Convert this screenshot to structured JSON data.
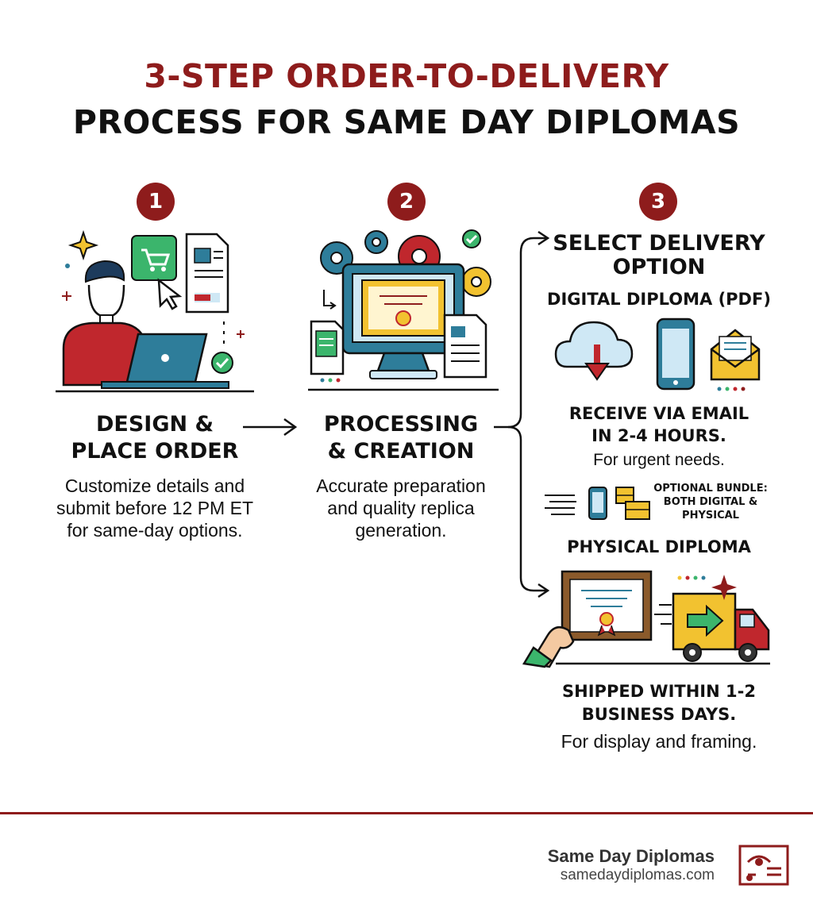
{
  "title": {
    "line1": "3-STEP ORDER-TO-DELIVERY",
    "line2": "PROCESS FOR SAME DAY DIPLOMAS"
  },
  "colors": {
    "accent": "#8e1c1c",
    "teal": "#2e7d9a",
    "green": "#3bb56c",
    "gold": "#f2c230"
  },
  "steps": [
    {
      "number": "1",
      "heading_line1": "DESIGN &",
      "heading_line2": "PLACE ORDER",
      "desc_line1": "Customize details and",
      "desc_line2": "submit before 12 PM ET",
      "desc_line3": "for same-day options.",
      "icon": "person-laptop-cart-icon"
    },
    {
      "number": "2",
      "heading_line1": "PROCESSING",
      "heading_line2": "& CREATION",
      "desc_line1": "Accurate preparation",
      "desc_line2": "and quality replica",
      "desc_line3": "generation.",
      "icon": "monitor-gears-certificate-icon"
    },
    {
      "number": "3",
      "heading_line1": "SELECT DELIVERY",
      "heading_line2": "OPTION",
      "icon": "delivery-options-icon"
    }
  ],
  "delivery": {
    "digital_title": "DIGITAL DIPLOMA (PDF)",
    "digital_line1": "RECEIVE VIA EMAIL",
    "digital_line2": "IN 2-4 HOURS.",
    "digital_note": "For urgent needs.",
    "bundle_line1": "OPTIONAL BUNDLE:",
    "bundle_line2": "BOTH DIGITAL &",
    "bundle_line3": "PHYSICAL",
    "physical_title": "PHYSICAL DIPLOMA",
    "physical_line1": "SHIPPED WITHIN 1-2",
    "physical_line2": "BUSINESS DAYS.",
    "physical_note": "For display and framing."
  },
  "footer": {
    "brand": "Same Day Diplomas",
    "url": "samedaydiplomas.com",
    "logo_icon": "diploma-logo-icon"
  }
}
